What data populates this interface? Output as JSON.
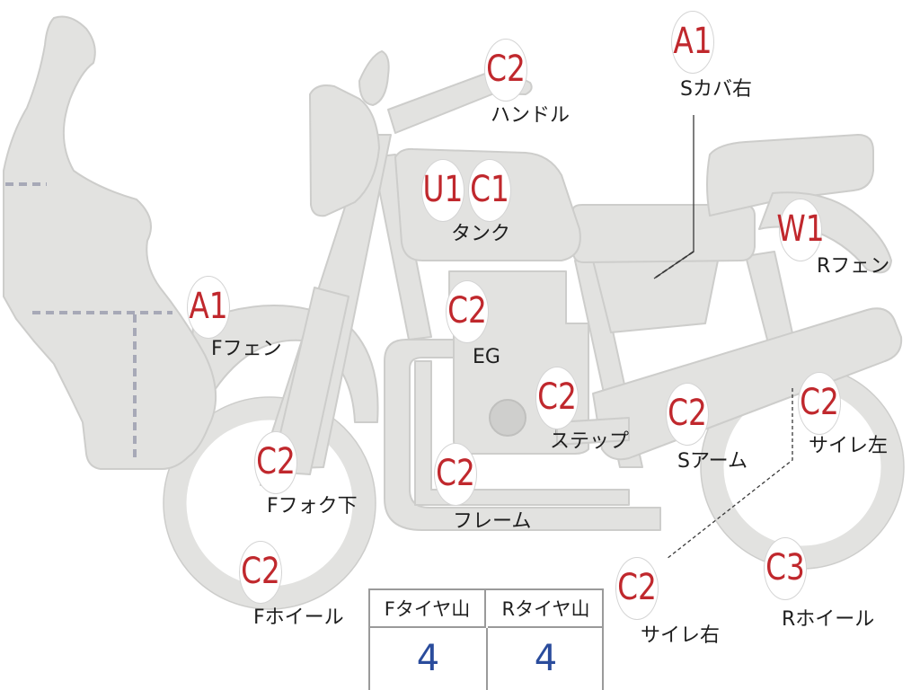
{
  "parts": [
    {
      "id": "handle",
      "code": "C2",
      "label": "ハンドル"
    },
    {
      "id": "side-cover-r",
      "code": "A1",
      "label": "Sカバ右"
    },
    {
      "id": "tank-u",
      "code": "U1",
      "label": ""
    },
    {
      "id": "tank",
      "code": "C1",
      "label": "タンク"
    },
    {
      "id": "rear-fender",
      "code": "W1",
      "label": "Rフェン"
    },
    {
      "id": "front-fender",
      "code": "A1",
      "label": "Fフェン"
    },
    {
      "id": "engine",
      "code": "C2",
      "label": "EG"
    },
    {
      "id": "step",
      "code": "C2",
      "label": "ステップ"
    },
    {
      "id": "swing-arm",
      "code": "C2",
      "label": "Sアーム"
    },
    {
      "id": "muffler-l",
      "code": "C2",
      "label": "サイレ左"
    },
    {
      "id": "fork-lower",
      "code": "C2",
      "label": "Fフォク下"
    },
    {
      "id": "frame",
      "code": "C2",
      "label": "フレーム"
    },
    {
      "id": "front-wheel",
      "code": "C2",
      "label": "Fホイール"
    },
    {
      "id": "muffler-r",
      "code": "C2",
      "label": "サイレ右"
    },
    {
      "id": "rear-wheel",
      "code": "C3",
      "label": "Rホイール"
    }
  ],
  "tread_table": {
    "headers": [
      "Fタイヤ山",
      "Rタイヤ山"
    ],
    "values": [
      "4",
      "4"
    ]
  },
  "colors": {
    "part_fill": "#e2e2e0",
    "part_stroke": "#cdcdcb",
    "code_text": "#c0282d",
    "value_text": "#2a4c9c"
  }
}
